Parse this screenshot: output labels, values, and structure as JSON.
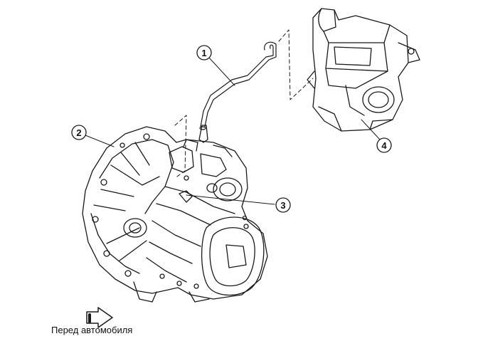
{
  "callouts": [
    {
      "id": "1",
      "label": "1"
    },
    {
      "id": "2",
      "label": "2"
    },
    {
      "id": "3",
      "label": "3"
    },
    {
      "id": "4",
      "label": "4"
    }
  ],
  "caption": "Перед автомобиля",
  "icons": {
    "front_arrow": "arrow-right-icon"
  },
  "colors": {
    "line": "#1a1a1a",
    "background": "#ffffff"
  }
}
